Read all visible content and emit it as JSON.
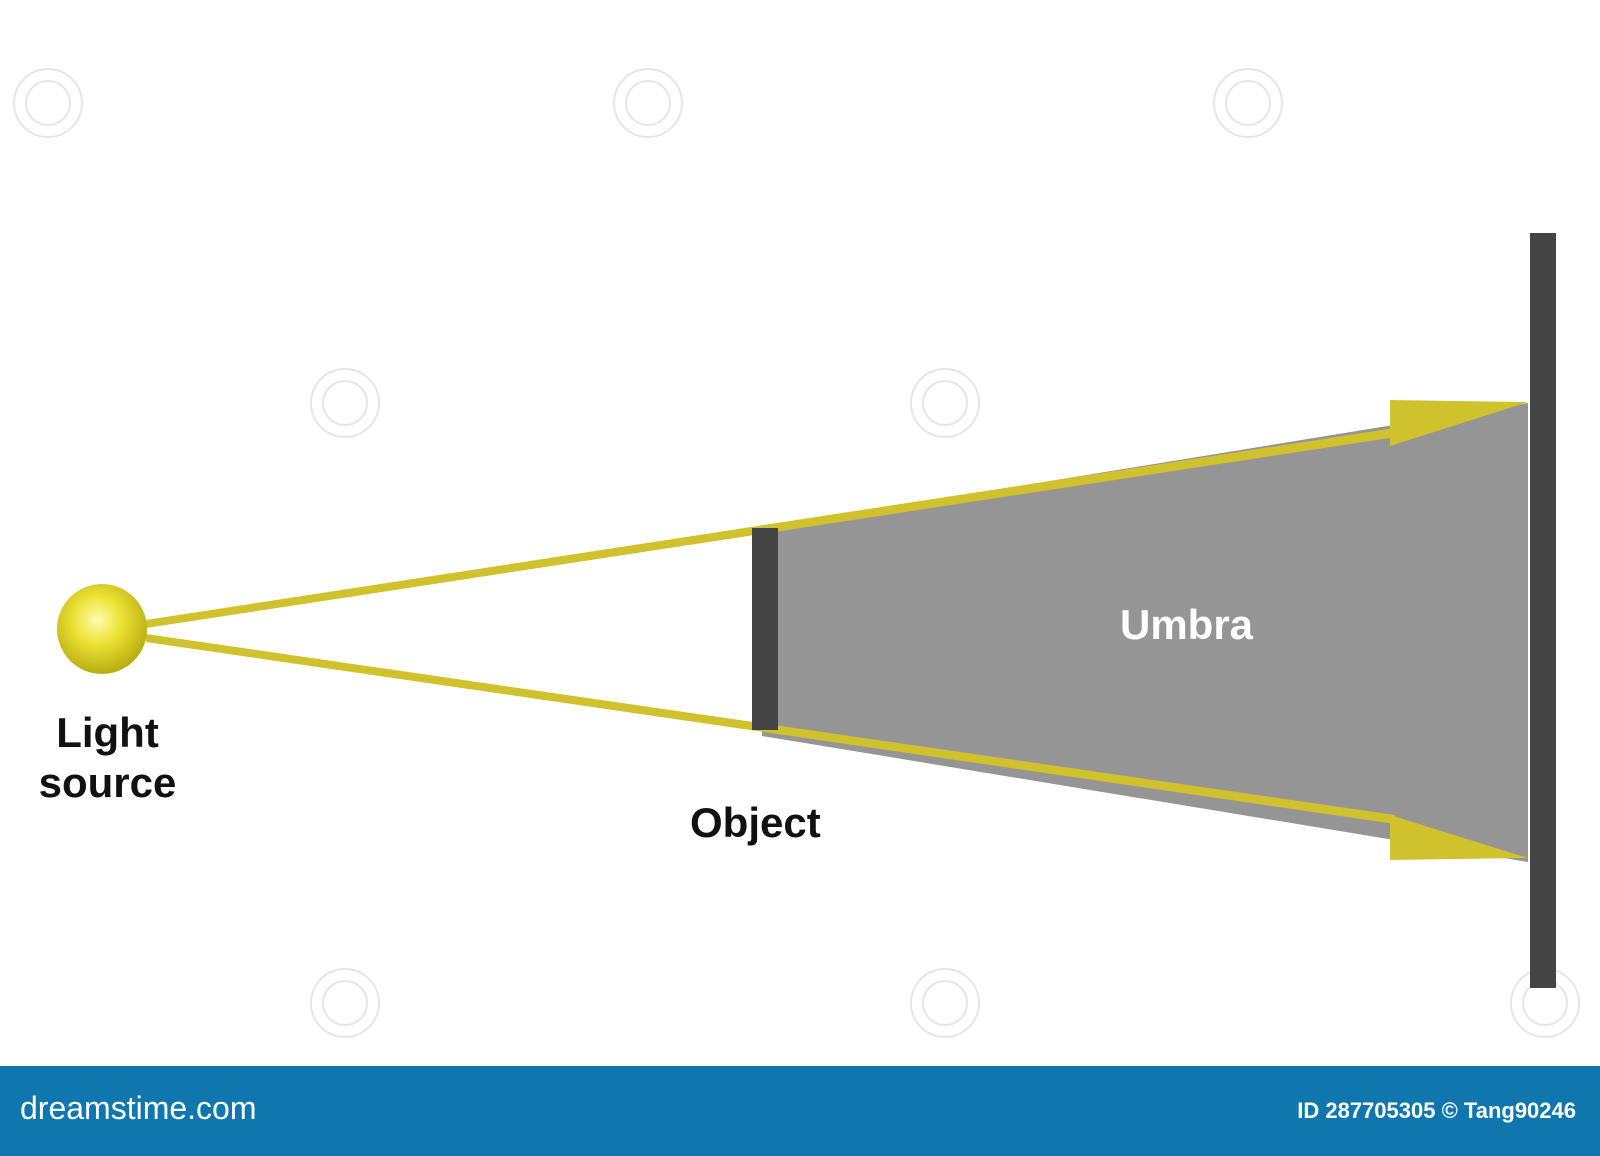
{
  "labels": {
    "light_source_line1": "Light",
    "light_source_line2": "source",
    "object": "Object",
    "umbra": "Umbra"
  },
  "colors": {
    "ray": "#cfc22d",
    "light_source": "#e8dc2a",
    "umbra": "#959595",
    "object": "#444444",
    "screen": "#444444",
    "footer": "#0f77ad"
  },
  "footer": {
    "brand": "dreamstime.com",
    "credit": "ID 287705305 © Tang90246"
  }
}
